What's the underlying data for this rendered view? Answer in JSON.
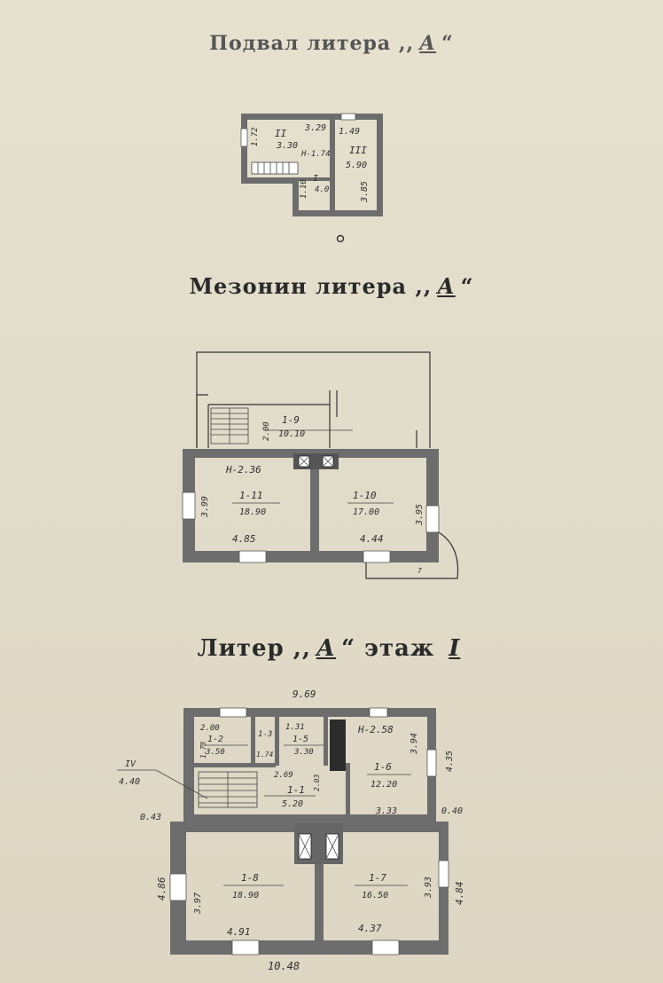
{
  "titles": {
    "basement_prefix": "Подвал литера",
    "basement_litera": "А",
    "mezzanine_prefix": "Мезонин литера",
    "mezzanine_litera": "А",
    "floor_prefix": "Литер",
    "floor_litera": "А",
    "floor_word": "этаж",
    "floor_number": "I"
  },
  "basement": {
    "room_II_num": "II",
    "room_II_area": "3.30",
    "room_III_num": "III",
    "room_III_area": "5.90",
    "room_I_num": "I",
    "dim_top": "3.29",
    "dim_left": "1.72",
    "dim_right_top": "1.49",
    "dim_right": "3.85",
    "dim_height": "H-1.74",
    "dim_small": "1.10",
    "dim_bottom": "4.0"
  },
  "mezzanine": {
    "room_9_num": "1-9",
    "room_9_area": "10.10",
    "room_11_num": "1-11",
    "room_11_area": "18.90",
    "room_10_num": "1-10",
    "room_10_area": "17.00",
    "height": "H-2.36",
    "dim_9_side": "2.00",
    "dim_11_side": "3.99",
    "dim_11_bottom": "4.85",
    "dim_10_side": "3.95",
    "dim_10_bottom": "4.44",
    "balcony_mark": "7"
  },
  "floor1": {
    "dim_top": "9.69",
    "dim_bottom": "10.48",
    "dim_left": "4.86",
    "dim_right": "4.84",
    "dim_right_top": "4.35",
    "dim_offset_left": "0.43",
    "dim_offset_right": "0.40",
    "room_IV_num": "IV",
    "room_IV_area": "4.40",
    "room_2_num": "1-2",
    "room_2_area": "3.50",
    "room_2_dim": "2.00",
    "room_2_side": "1.73",
    "room_3_num": "1-3",
    "room_3_area": "1.74",
    "room_5_num": "1-5",
    "room_5_area": "3.30",
    "room_5_dim": "1.31",
    "room_1_num": "1-1",
    "room_1_area": "5.20",
    "room_1_dim": "2.69",
    "room_1_side": "2.03",
    "room_6_num": "1-6",
    "room_6_area": "12.20",
    "room_6_side": "3.94",
    "room_6_bottom": "3.33",
    "height": "H-2.58",
    "room_8_num": "1-8",
    "room_8_area": "18.90",
    "room_8_side": "3.97",
    "room_8_bottom": "4.91",
    "room_7_num": "1-7",
    "room_7_area": "16.50",
    "room_7_side": "3.93",
    "room_7_bottom": "4.37"
  },
  "colors": {
    "paper": "#e3ddcc",
    "walls": "#6d6d6d",
    "ink": "#2e2e2e"
  }
}
